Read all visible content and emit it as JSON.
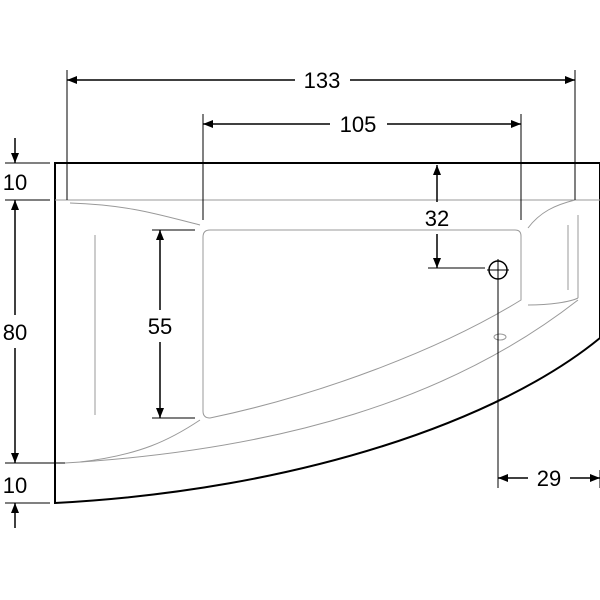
{
  "dimensions": {
    "overall_width": "133",
    "basin_width": "105",
    "drain_offset_top": "32",
    "basin_depth": "55",
    "inner_length": "80",
    "rim_top": "10",
    "rim_bottom": "10",
    "drain_offset_right": "29"
  },
  "colors": {
    "line": "#000000",
    "detail": "#999999"
  }
}
